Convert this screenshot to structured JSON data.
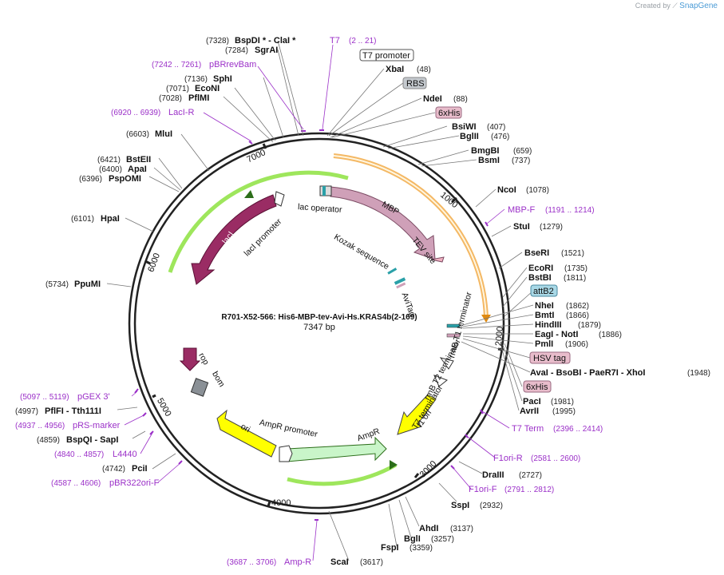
{
  "brand": {
    "prefix": "Created by",
    "name": "SnapGene"
  },
  "plasmid": {
    "name": "R701-X52-566: His6-MBP-tev-Avi-Hs.KRAS4b(2-169)",
    "size": "7347 bp"
  },
  "ticks": [
    "1000",
    "2000",
    "3000",
    "4000",
    "5000",
    "6000",
    "7000"
  ],
  "sites": {
    "bspdi": {
      "pos": "(7328)",
      "name": "BspDI * - ClaI *"
    },
    "sgrai": {
      "pos": "(7284)",
      "name": "SgrAI"
    },
    "sphi": {
      "pos": "(7136)",
      "name": "SphI"
    },
    "econi": {
      "pos": "(7071)",
      "name": "EcoNI"
    },
    "pflmi": {
      "pos": "(7028)",
      "name": "PflMI"
    },
    "mlui": {
      "pos": "(6603)",
      "name": "MluI"
    },
    "bsteii": {
      "pos": "(6421)",
      "name": "BstEII"
    },
    "apai": {
      "pos": "(6400)",
      "name": "ApaI"
    },
    "pspomi": {
      "pos": "(6396)",
      "name": "PspOMI"
    },
    "hpai": {
      "pos": "(6101)",
      "name": "HpaI"
    },
    "ppumi": {
      "pos": "(5734)",
      "name": "PpuMI"
    },
    "pflfi": {
      "pos": "(4997)",
      "name": "PflFI - Tth111I"
    },
    "bspqi": {
      "pos": "(4859)",
      "name": "BspQI - SapI"
    },
    "pcii": {
      "pos": "(4742)",
      "name": "PciI"
    },
    "xbai": {
      "pos": "(48)",
      "name": "XbaI"
    },
    "ndei": {
      "pos": "(88)",
      "name": "NdeI"
    },
    "bsiwi": {
      "pos": "(407)",
      "name": "BsiWI"
    },
    "bglii": {
      "pos": "(476)",
      "name": "BglII"
    },
    "bmgbi": {
      "pos": "(659)",
      "name": "BmgBI"
    },
    "bsmi": {
      "pos": "(737)",
      "name": "BsmI"
    },
    "ncoi": {
      "pos": "(1078)",
      "name": "NcoI"
    },
    "stui": {
      "pos": "(1279)",
      "name": "StuI"
    },
    "bseri": {
      "pos": "(1521)",
      "name": "BseRI"
    },
    "ecori": {
      "pos": "(1735)",
      "name": "EcoRI"
    },
    "bstbi": {
      "pos": "(1811)",
      "name": "BstBI"
    },
    "nhei": {
      "pos": "(1862)",
      "name": "NheI"
    },
    "bmti": {
      "pos": "(1866)",
      "name": "BmtI"
    },
    "hindiii": {
      "pos": "(1879)",
      "name": "HindIII"
    },
    "eagi": {
      "pos": "(1886)",
      "name": "EagI - NotI"
    },
    "pmli": {
      "pos": "(1906)",
      "name": "PmlI"
    },
    "avai": {
      "pos": "(1948)",
      "name": "AvaI - BsoBI - PaeR7I - XhoI"
    },
    "paci": {
      "pos": "(1981)",
      "name": "PacI"
    },
    "avrii": {
      "pos": "(1995)",
      "name": "AvrII"
    },
    "draiii": {
      "pos": "(2727)",
      "name": "DraIII"
    },
    "sspi": {
      "pos": "(2932)",
      "name": "SspI"
    },
    "ahdi": {
      "pos": "(3137)",
      "name": "AhdI"
    },
    "bgli": {
      "pos": "(3257)",
      "name": "BglI"
    },
    "fspi": {
      "pos": "(3359)",
      "name": "FspI"
    },
    "scai": {
      "pos": "(3617)",
      "name": "ScaI"
    }
  },
  "primers": {
    "t7": {
      "name": "T7",
      "range": "(2 .. 21)"
    },
    "pbrrevbam": {
      "name": "pBRrevBam",
      "range": "(7242 .. 7261)"
    },
    "laci_r": {
      "name": "LacI-R",
      "range": "(6920 .. 6939)"
    },
    "mbp_f": {
      "name": "MBP-F",
      "range": "(1191 .. 1214)"
    },
    "t7term": {
      "name": "T7 Term",
      "range": "(2396 .. 2414)"
    },
    "f1ori_r": {
      "name": "F1ori-R",
      "range": "(2581 .. 2600)"
    },
    "f1ori_f": {
      "name": "F1ori-F",
      "range": "(2791 .. 2812)"
    },
    "amp_r": {
      "name": "Amp-R",
      "range": "(3687 .. 3706)"
    },
    "pgex3": {
      "name": "pGEX 3'",
      "range": "(5097 .. 5119)"
    },
    "prs_marker": {
      "name": "pRS-marker",
      "range": "(4937 .. 4956)"
    },
    "l4440": {
      "name": "L4440",
      "range": "(4840 .. 4857)"
    },
    "pbr322ori_f": {
      "name": "pBR322ori-F",
      "range": "(4587 .. 4606)"
    }
  },
  "feature_boxes": {
    "t7_promoter": "T7 promoter",
    "rbs": "RBS",
    "his6_top": "6xHis",
    "attb2": "attB2",
    "hsv_tag": "HSV tag",
    "his6_bottom": "6xHis"
  },
  "features": {
    "laci": "lacI",
    "laci_promoter": "lacI promoter",
    "lac_operator": "lac operator",
    "mbp": "MBP",
    "tev_site": "TEV site",
    "kozak": "Kozak sequence",
    "avitag": "AviTag",
    "rrnb_t1": "rrnB T1 terminator",
    "rrnb_t2": "rrnB T2 terminator",
    "t7_terminator": "T7 terminator",
    "f1_ori": "f1 ori",
    "ampr": "AmpR",
    "ampr_promoter": "AmpR promoter",
    "ori": "ori",
    "rop": "rop",
    "bom": "bom"
  },
  "colors": {
    "backbone": "#222222",
    "laci": "#9a2c64",
    "mbp": "#cfa0b8",
    "ampr": "#c9f5c9",
    "yellow": "#ffff00",
    "orf_green": "#9ee65c",
    "orf_orange": "#f0a030",
    "primer": "#9b30c8",
    "gray": "#8a9096"
  }
}
